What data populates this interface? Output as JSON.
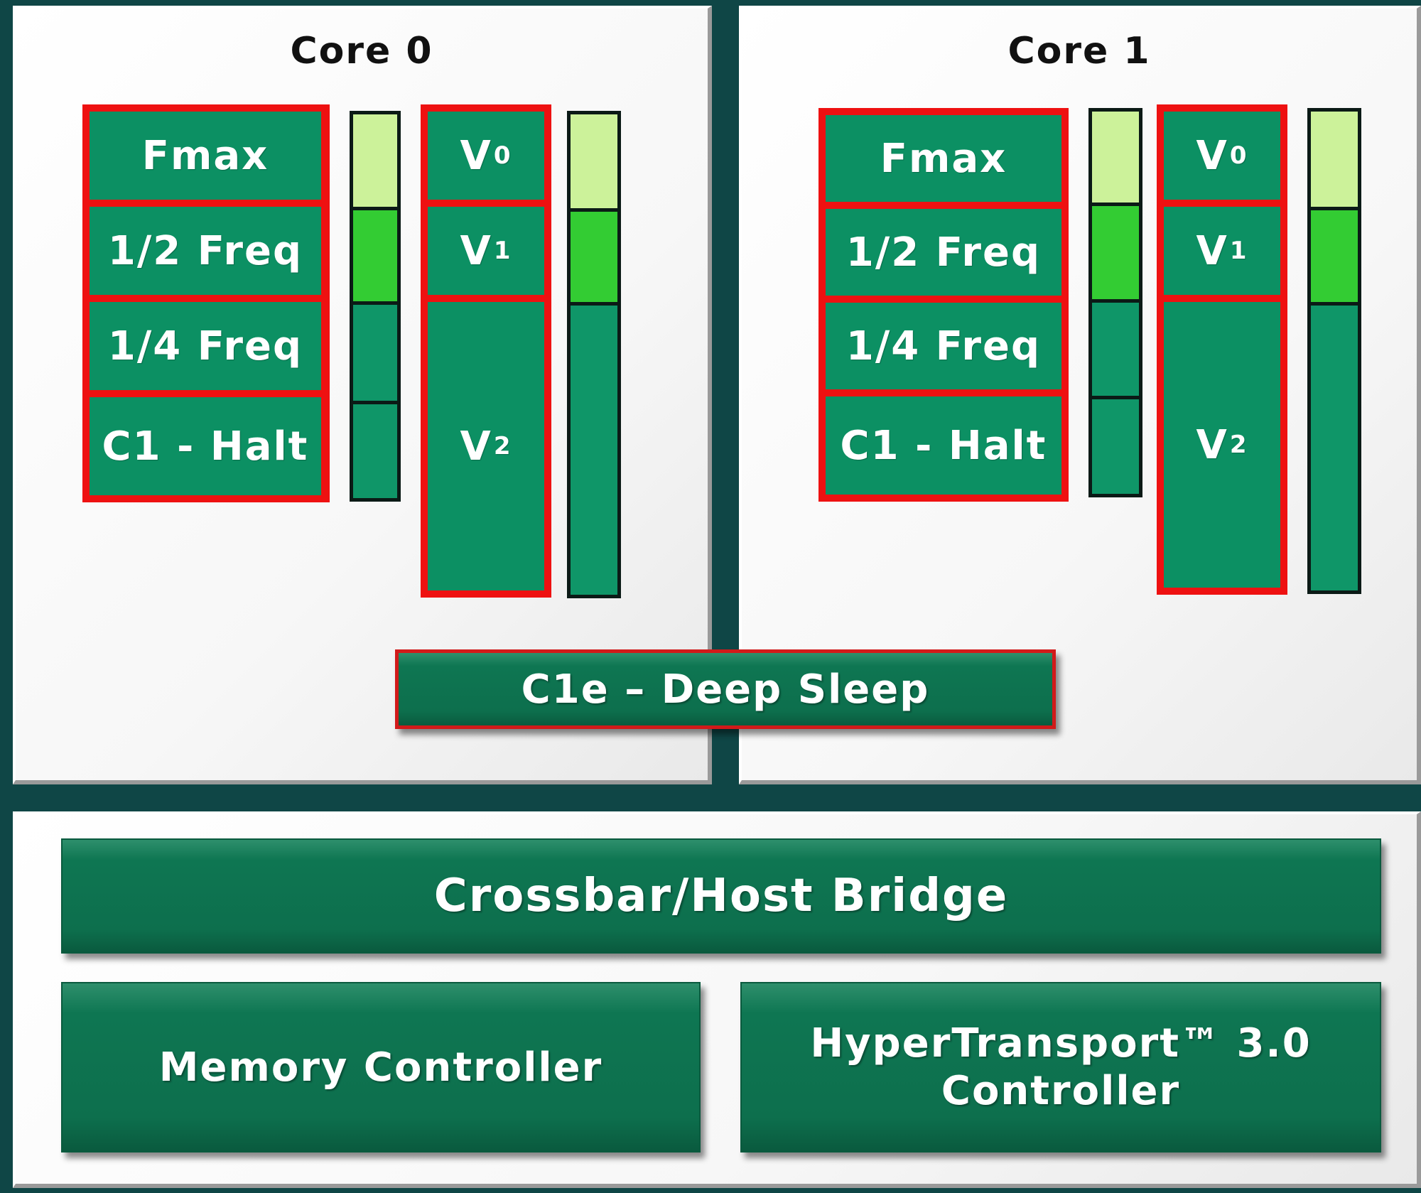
{
  "core0": {
    "title": "Core 0",
    "freq_states": [
      "Fmax",
      "1/2 Freq",
      "1/4 Freq",
      "C1 - Halt"
    ],
    "voltage_states": [
      {
        "label": "V",
        "sub": "0"
      },
      {
        "label": "V",
        "sub": "1"
      },
      {
        "label": "V",
        "sub": "2"
      }
    ]
  },
  "core1": {
    "title": "Core 1",
    "freq_states": [
      "Fmax",
      "1/2 Freq",
      "1/4 Freq",
      "C1 - Halt"
    ],
    "voltage_states": [
      {
        "label": "V",
        "sub": "0"
      },
      {
        "label": "V",
        "sub": "1"
      },
      {
        "label": "V",
        "sub": "2"
      }
    ]
  },
  "shared": {
    "deep_sleep": "C1e – Deep Sleep",
    "crossbar": "Crossbar/Host Bridge",
    "memory_controller": "Memory Controller",
    "ht_controller_line1": "HyperTransport™ 3.0",
    "ht_controller_line2": "Controller"
  },
  "colors": {
    "background": "#0f4646",
    "state_fill": "#0c9063",
    "state_outline": "#ee1111",
    "bar_light": "#ccf29a",
    "bar_mid": "#33cc33",
    "bar_dark": "#0f9668",
    "block_green": "#0e7652"
  }
}
